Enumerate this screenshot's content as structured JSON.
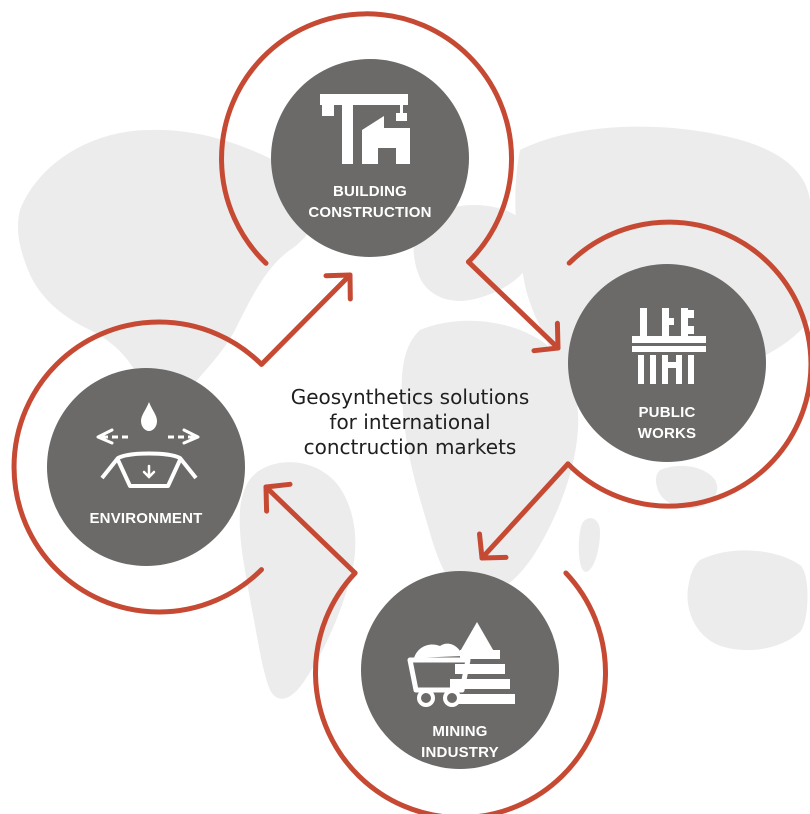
{
  "center_text": {
    "line1": "Geosynthetics solutions",
    "line2": "for international",
    "line3": "conctruction markets"
  },
  "nodes": {
    "building": {
      "line1": "BUILDING",
      "line2": "CONSTRUCTION",
      "icon": "crane-building-icon"
    },
    "public_works": {
      "line1": "PUBLIC",
      "line2": "WORKS",
      "icon": "bridge-icon"
    },
    "mining": {
      "line1": "MINING",
      "line2": "INDUSTRY",
      "icon": "mine-cart-icon"
    },
    "environment": {
      "line1": "ENVIRONMENT",
      "icon": "water-basin-icon"
    }
  },
  "colors": {
    "circle_fill": "#6b6a68",
    "ring_stroke": "#c64a33",
    "map_fill": "#ececec",
    "background": "#ffffff"
  }
}
